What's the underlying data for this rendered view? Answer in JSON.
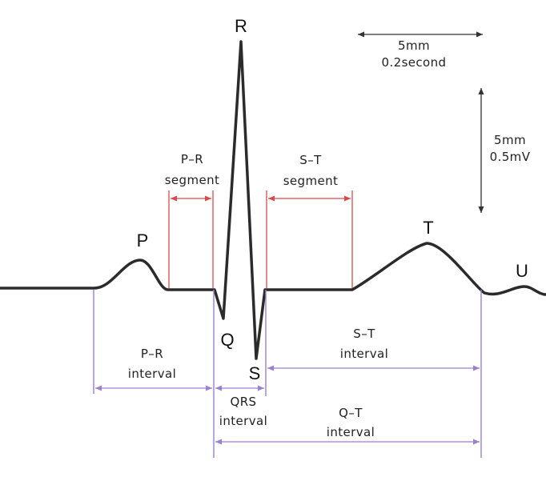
{
  "colors": {
    "background": "#ffffff",
    "waveform": "#2b2b2b",
    "segment_marker": "#d94a4a",
    "interval_marker": "#9b7fd0",
    "scale_arrow": "#333333"
  },
  "waves": {
    "p": "P",
    "q": "Q",
    "r": "R",
    "s": "S",
    "t": "T",
    "u": "U"
  },
  "scale": {
    "time_line1": "5mm",
    "time_line2": "0.2second",
    "voltage_line1": "5mm",
    "voltage_line2": "0.5mV"
  },
  "segments": {
    "pr_line1": "P–R",
    "pr_line2": "segment",
    "st_line1": "S–T",
    "st_line2": "segment"
  },
  "intervals": {
    "pr_line1": "P–R",
    "pr_line2": "interval",
    "qrs_line1": "QRS",
    "qrs_line2": "interval",
    "st_line1": "S–T",
    "st_line2": "interval",
    "qt_line1": "Q–T",
    "qt_line2": "interval"
  }
}
